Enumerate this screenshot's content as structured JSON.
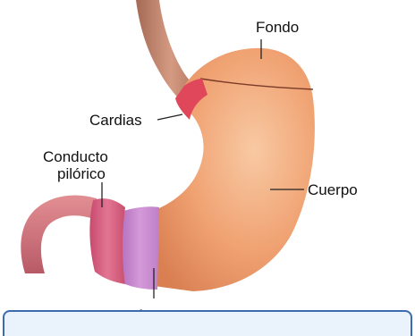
{
  "labels": {
    "fondo": "Fondo",
    "cardias": "Cardias",
    "conducto_line1": "Conducto",
    "conducto_line2": "pilórico",
    "cuerpo": "Cuerpo",
    "antro": "Antro"
  },
  "colors": {
    "stomach_body": "#f0a070",
    "stomach_highlight": "#f7c29a",
    "cardias_band": "#e0475a",
    "pyloric_canal": "#d8587a",
    "antrum_band": "#c98ad0",
    "duodenum": "#d0727a",
    "esophagus": "#c88a70",
    "footer_border": "#3c6bb0",
    "footer_fill": "#eaf2fb"
  }
}
